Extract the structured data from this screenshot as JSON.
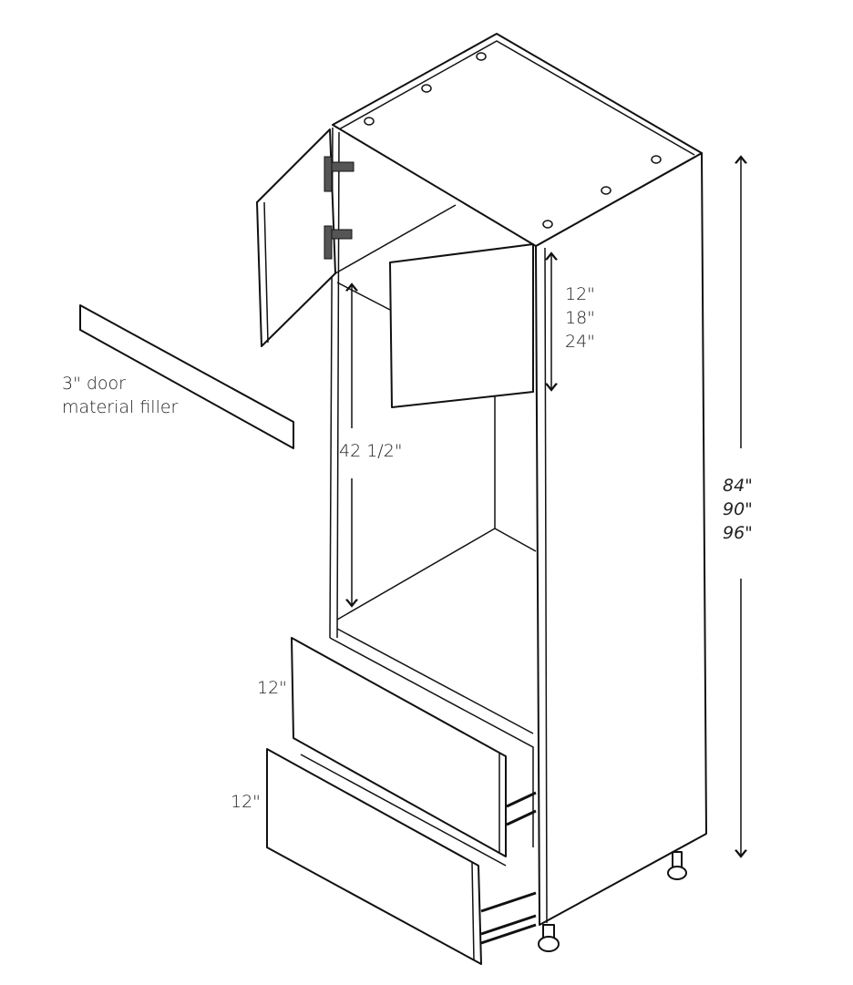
{
  "labels": {
    "filler": [
      "3\" door",
      "material filler"
    ],
    "flap_door_heights": [
      "12\"",
      "18\"",
      "24\""
    ],
    "oven_opening": "42 1/2\"",
    "cabinet_heights": [
      "84\"",
      "90\"",
      "96\""
    ],
    "drawer_top": "12\"",
    "drawer_bottom": "12\""
  }
}
